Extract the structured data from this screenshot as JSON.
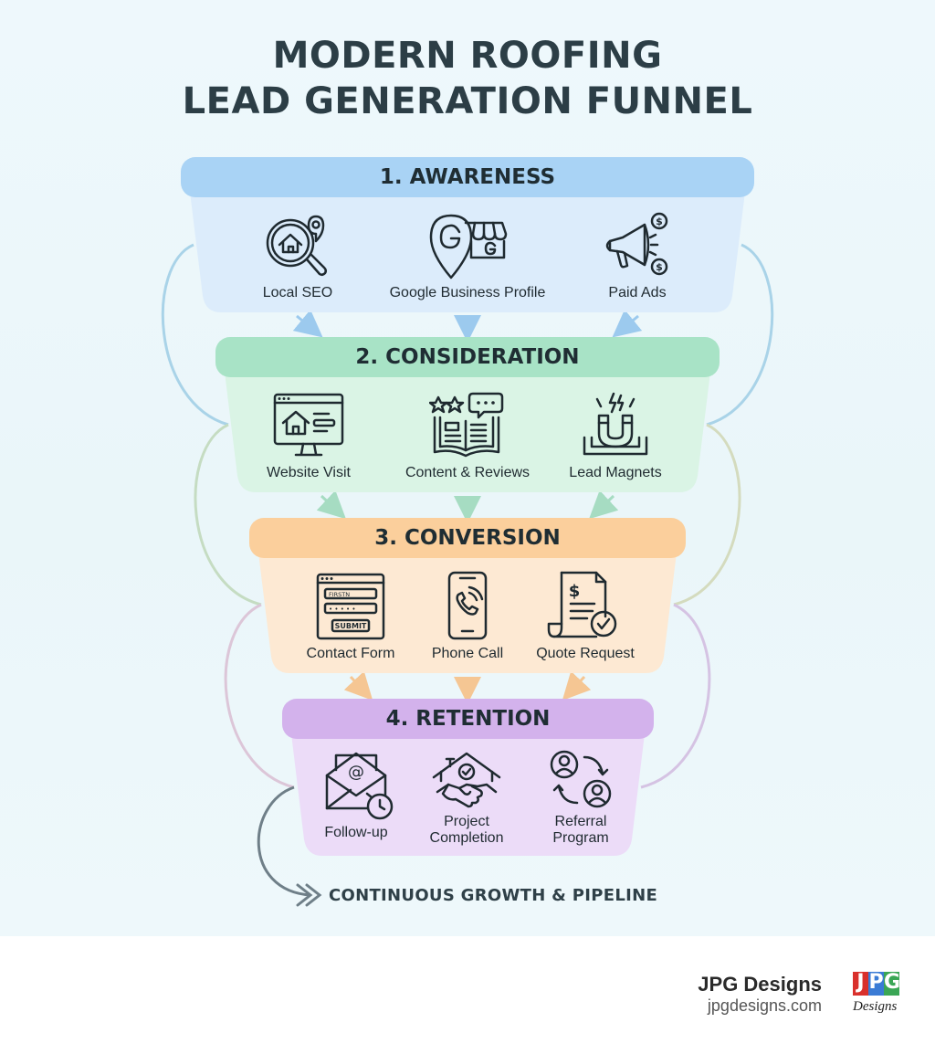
{
  "title": {
    "line1": "MODERN ROOFING",
    "line2": "LEAD GENERATION FUNNEL"
  },
  "colors": {
    "awareness": "#a9d3f5",
    "awareness_body": "#dcecfb",
    "consideration": "#a8e3c6",
    "consideration_body": "#daf4e5",
    "conversion": "#fbcf9c",
    "conversion_body": "#fde9d3",
    "retention": "#d3b2ec",
    "retention_body": "#ecdcf8",
    "icon_stroke": "#1f2a30"
  },
  "stages": [
    {
      "title": "1. AWARENESS",
      "items": [
        {
          "label": "Local SEO",
          "icon": "local-seo-icon"
        },
        {
          "label": "Google Business Profile",
          "icon": "google-business-profile-icon"
        },
        {
          "label": "Paid Ads",
          "icon": "paid-ads-icon"
        }
      ]
    },
    {
      "title": "2. CONSIDERATION",
      "items": [
        {
          "label": "Website Visit",
          "icon": "website-visit-icon"
        },
        {
          "label": "Content & Reviews",
          "icon": "content-reviews-icon"
        },
        {
          "label": "Lead Magnets",
          "icon": "lead-magnet-icon"
        }
      ]
    },
    {
      "title": "3. CONVERSION",
      "items": [
        {
          "label": "Contact Form",
          "icon": "contact-form-icon",
          "field_text": "FIRSTN",
          "button_text": "SUBMIT"
        },
        {
          "label": "Phone Call",
          "icon": "phone-call-icon"
        },
        {
          "label": "Quote Request",
          "icon": "quote-request-icon"
        }
      ]
    },
    {
      "title": "4. RETENTION",
      "items": [
        {
          "label": "Follow-up",
          "icon": "follow-up-icon"
        },
        {
          "label": "Project\nCompletion",
          "icon": "project-completion-icon"
        },
        {
          "label": "Referral\nProgram",
          "icon": "referral-program-icon"
        }
      ]
    }
  ],
  "bottom_label": "CONTINUOUS GROWTH & PIPELINE",
  "footer": {
    "name": "JPG Designs",
    "url": "jpgdesigns.com",
    "logo_letters": [
      "J",
      "P",
      "G"
    ],
    "logo_letter_colors": [
      "#d9302c",
      "#3a7bd5",
      "#3aa655"
    ],
    "logo_word": "Designs"
  }
}
